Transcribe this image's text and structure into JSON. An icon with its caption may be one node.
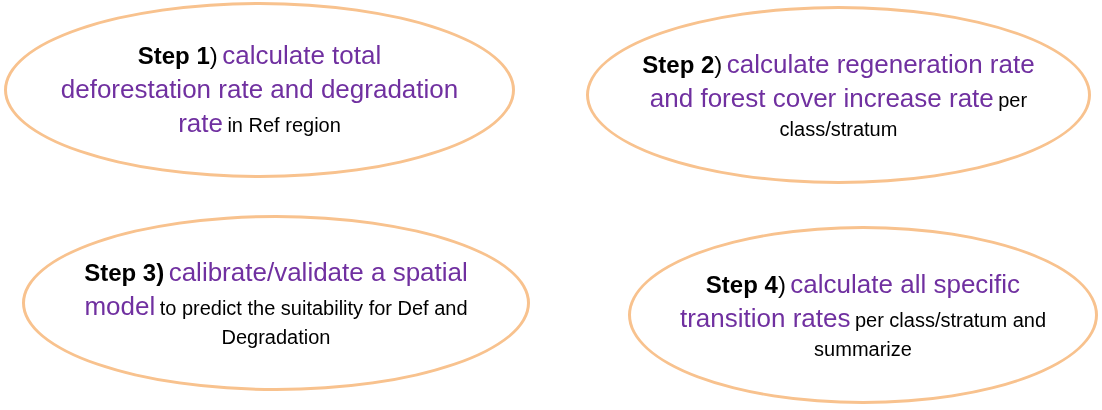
{
  "diagram": {
    "nodes": [
      {
        "text": [
          "**Step 1**)",
          "calculate total deforestation rate and degradation rate",
          "in Ref region"
        ]
      },
      {
        "text": [
          "**Step 2**)",
          "calculate regeneration rate and forest cover increase rate",
          "per class/stratum"
        ]
      },
      {
        "text": [
          "**Step 3)**",
          "calibrate/validate a spatial model",
          "to predict the suitability for Def and Degradation"
        ]
      },
      {
        "text": [
          "**Step 4**)",
          "calculate all specific transition rates",
          "per class/stratum and summarize"
        ]
      }
    ],
    "edges": []
  }
}
